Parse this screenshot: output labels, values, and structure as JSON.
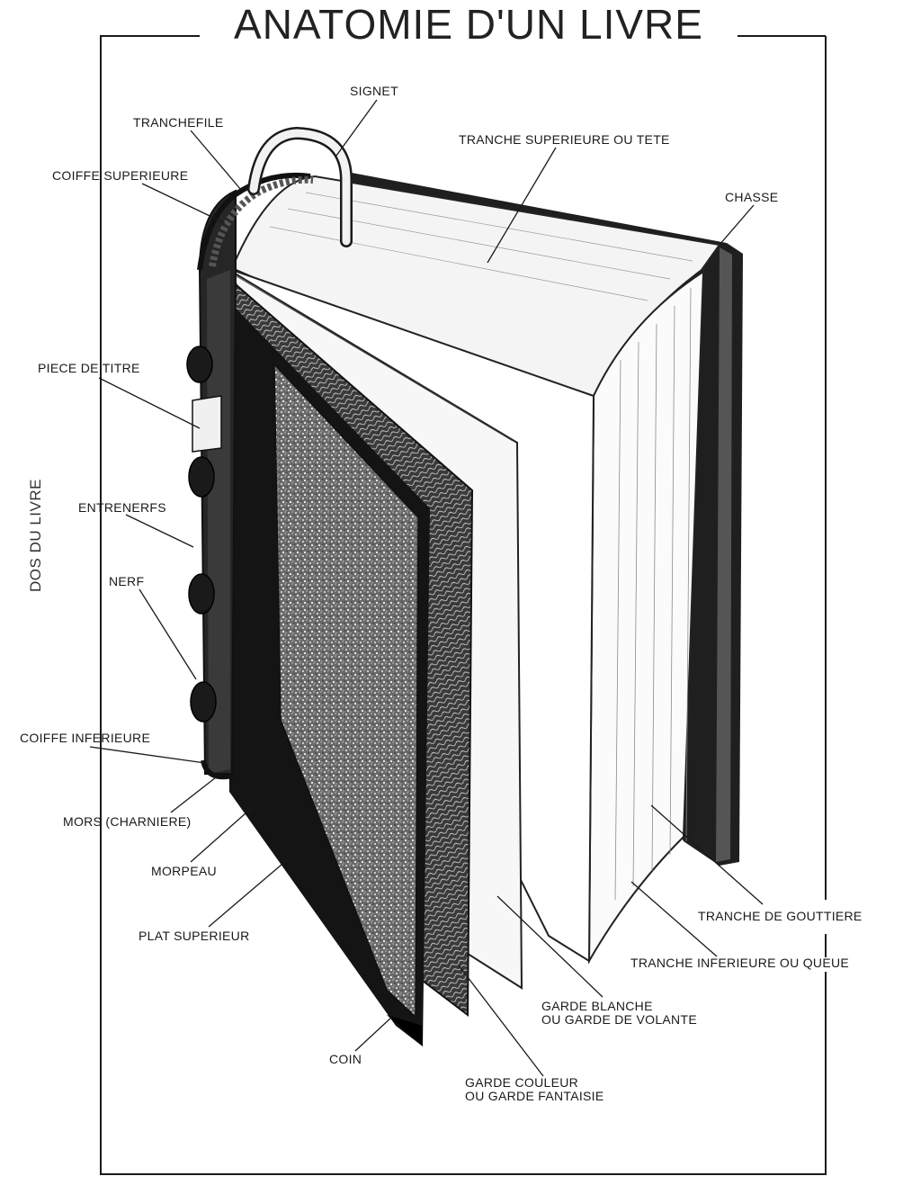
{
  "title": "ANATOMIE D'UN LIVRE",
  "side_label": "DOS DU LIVRE",
  "labels": {
    "signet": "SIGNET",
    "tranchefile": "TRANCHEFILE",
    "tranche_superieure": "TRANCHE SUPERIEURE OU TETE",
    "coiffe_superieure": "COIFFE SUPERIEURE",
    "chasse": "CHASSE",
    "piece_de_titre": "PIECE DE TITRE",
    "entrenerfs": "ENTRENERFS",
    "nerf": "NERF",
    "coiffe_inferieure": "COIFFE INFERIEURE",
    "mors": "MORS (CHARNIERE)",
    "morpeau": "MORPEAU",
    "plat_superieur": "PLAT SUPERIEUR",
    "coin": "COIN",
    "tranche_gouttiere": "TRANCHE DE GOUTTIERE",
    "tranche_inferieure": "TRANCHE INFERIEURE OU QUEUE",
    "garde_blanche_1": "GARDE BLANCHE",
    "garde_blanche_2": "OU GARDE DE VOLANTE",
    "garde_couleur_1": "GARDE COULEUR",
    "garde_couleur_2": "OU GARDE FANTAISIE"
  }
}
